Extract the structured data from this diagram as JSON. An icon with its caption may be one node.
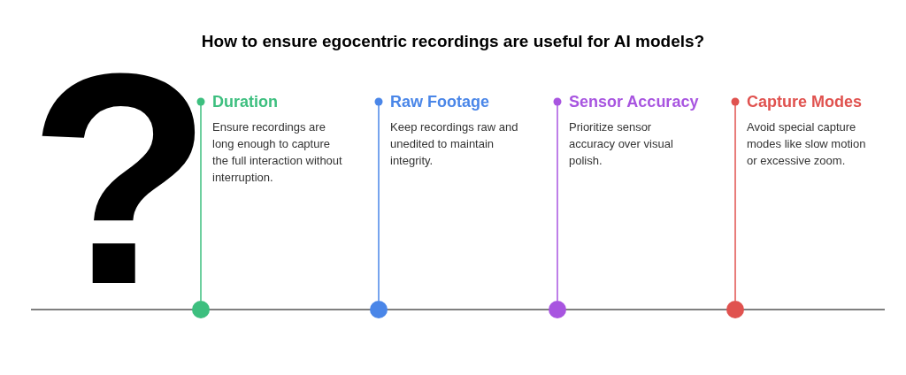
{
  "diagram": {
    "title": "How to ensure egocentric recordings are useful for AI models?",
    "nodes": [
      {
        "text": [
          "Duration",
          "Ensure recordings are long enough to capture the full interaction without interruption."
        ]
      },
      {
        "text": [
          "Raw Footage",
          "Keep recordings raw and unedited to maintain integrity."
        ]
      },
      {
        "text": [
          "Sensor Accuracy",
          "Prioritize sensor accuracy over visual polish."
        ]
      },
      {
        "text": [
          "Capture Modes",
          "Avoid special capture modes like slow motion or excessive zoom."
        ]
      },
      {
        "text": [],
        "shape": "circle"
      },
      {
        "text": [],
        "shape": "circle"
      },
      {
        "text": [],
        "shape": "circle"
      },
      {
        "text": [],
        "shape": "circle"
      }
    ],
    "edges": [
      {
        "from": 0,
        "to": 4,
        "arrow": "other",
        "color": "#3dbf7f"
      },
      {
        "from": 1,
        "to": 5,
        "arrow": "other",
        "color": "#4a86e8"
      },
      {
        "from": 2,
        "to": 6,
        "arrow": "other",
        "color": "#a855e0"
      },
      {
        "from": 3,
        "to": 7,
        "arrow": "other",
        "color": "#e0524f"
      }
    ],
    "labels": [
      "?"
    ]
  }
}
